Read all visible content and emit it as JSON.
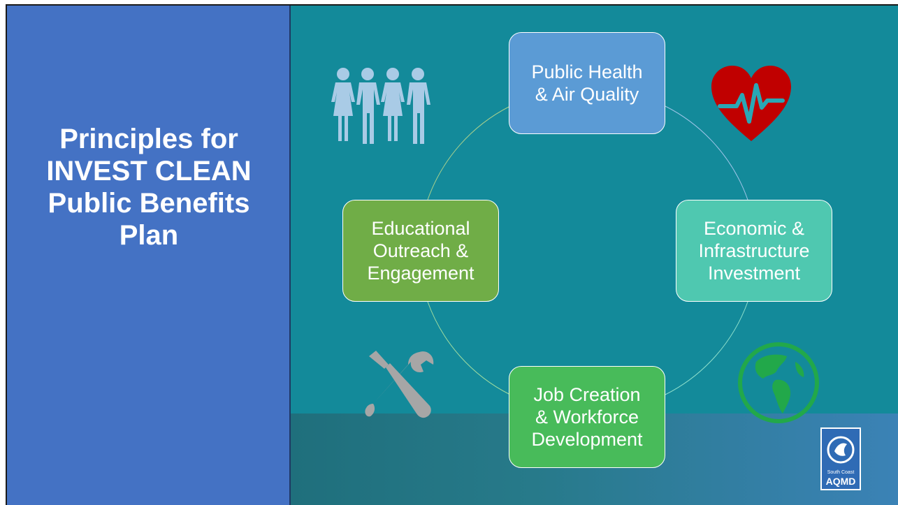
{
  "title": {
    "lines": [
      "Principles for",
      "INVEST CLEAN",
      "Public Benefits",
      "Plan"
    ]
  },
  "cycle": {
    "nodes": [
      {
        "id": "health",
        "lines": [
          "Public Health",
          "& Air Quality"
        ],
        "color": "#5b9bd5"
      },
      {
        "id": "economic",
        "lines": [
          "Economic &",
          "Infrastructure",
          "Investment"
        ],
        "color": "#4fc8b0"
      },
      {
        "id": "jobs",
        "lines": [
          "Job Creation",
          "& Workforce",
          "Development"
        ],
        "color": "#48bb5a"
      },
      {
        "id": "education",
        "lines": [
          "Educational",
          "Outreach &",
          "Engagement"
        ],
        "color": "#70ad47"
      }
    ]
  },
  "icons": {
    "people": "people-group-icon",
    "heart": "heartbeat-icon",
    "tools": "tools-icon",
    "globe": "globe-icon"
  },
  "logo": {
    "line1": "South Coast",
    "line2": "AQMD"
  },
  "colors": {
    "left_panel": "#4472c4",
    "right_panel": "#138a9a",
    "heart": "#c00000",
    "globe": "#22a84a",
    "tools": "#a6a6a6",
    "people": "#a9cbe6"
  }
}
